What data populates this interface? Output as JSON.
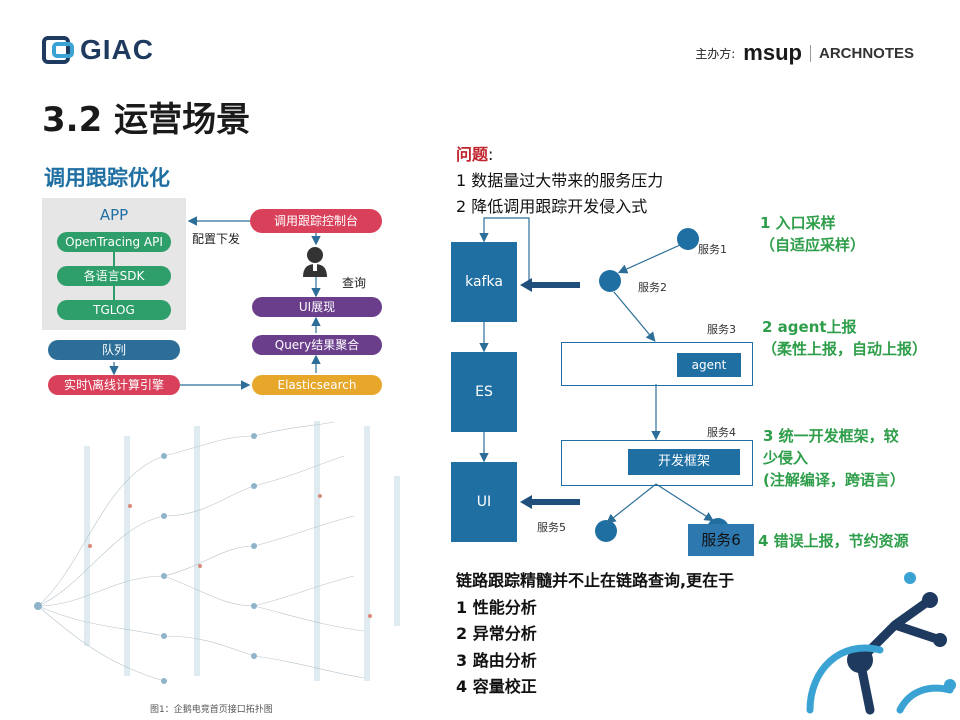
{
  "header": {
    "brand": "GIAC",
    "sponsor_label": "主办方:",
    "sponsor_msup": "msup",
    "sponsor_archnotes": "ARCHNOTES"
  },
  "title": "3.2 运营场景",
  "subtitle": "调用跟踪优化",
  "left_diagram": {
    "app_label": "APP",
    "app_items": [
      "OpenTracing API",
      "各语言SDK",
      "TGLOG"
    ],
    "queue": "队列",
    "engine": "实时\\离线计算引擎",
    "control_console": "调用跟踪控制台",
    "config_push": "配置下发",
    "query": "查询",
    "ui_display": "UI展现",
    "query_agg": "Query结果聚合",
    "elasticsearch": "Elasticsearch",
    "caption": "图1：企鹅电竞首页接口拓扑图"
  },
  "problem": {
    "label": "问题",
    "colon": ":",
    "lines": [
      "1 数据量过大带来的服务压力",
      "2 降低调用跟踪开发侵入式"
    ]
  },
  "right_diagram": {
    "kafka": "kafka",
    "es": "ES",
    "ui": "UI",
    "agent": "agent",
    "framework": "开发框架",
    "svc1": "服务1",
    "svc2": "服务2",
    "svc3": "服务3",
    "svc4": "服务4",
    "svc5": "服务5",
    "svc6": "服务6"
  },
  "notes": {
    "n1_line1": "1 入口采样",
    "n1_line2": "（自适应采样）",
    "n2_line1": "2 agent上报",
    "n2_line2": "（柔性上报，自动上报）",
    "n3_line1": "3 统一开发框架，较",
    "n3_line2": "少侵入",
    "n3_line3": "(注解编译，跨语言）",
    "n4": "4 错误上报，节约资源"
  },
  "bottom": {
    "heading": "链路跟踪精髓并不止在链路查询,更在于",
    "items": [
      "1 性能分析",
      "2 异常分析",
      "3 路由分析",
      "4 容量校正"
    ]
  },
  "colors": {
    "blue": "#1f6fa3",
    "green": "#2e9e6a",
    "red": "#d9415b",
    "purple": "#6b3e8c",
    "orange": "#e6a72b",
    "note_green": "#2e9e4a"
  }
}
